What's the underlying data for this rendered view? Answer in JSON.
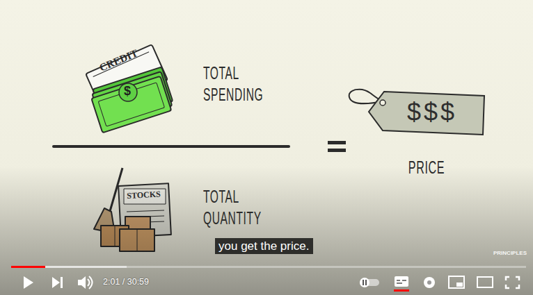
{
  "diagram": {
    "nodes": [
      {
        "text": [
          "$$$",
          "PRICE"
        ]
      },
      {
        "text": [
          "you get the price."
        ]
      }
    ],
    "labels": [
      "CREDIT",
      "$",
      "TOTAL SPENDING",
      "STOCKS",
      "TOTAL QUANTITY",
      "PRINCIPLES",
      "2:01 / 30:59"
    ]
  }
}
